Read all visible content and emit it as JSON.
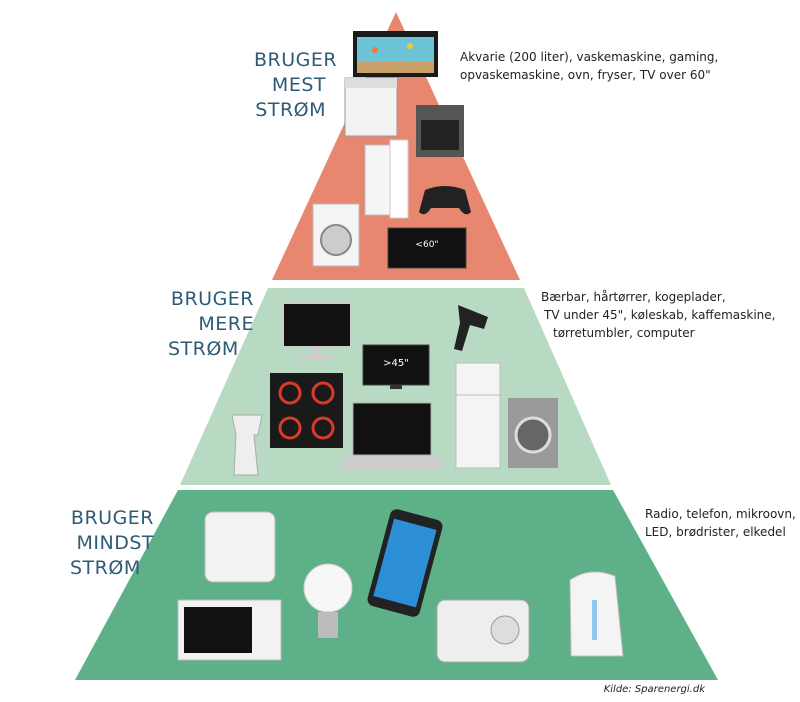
{
  "tiers": [
    {
      "title_lines": [
        "BRUGER",
        "MEST",
        "STRØM"
      ],
      "description_lines": [
        "Akvarie (200 liter), vaskemaskine, gaming,",
        "opvaskemaskine, ovn, fryser, TV over 60\""
      ],
      "tv_label": "<60\"",
      "color": "#e8876f"
    },
    {
      "title_lines": [
        "BRUGER",
        "MERE",
        "STRØM"
      ],
      "description_lines": [
        "Bærbar, hårtørrer, kogeplader,",
        "TV under 45\", køleskab, kaffemaskine,",
        "tørretumbler, computer"
      ],
      "tv_label": ">45\"",
      "color": "#b8d9c2"
    },
    {
      "title_lines": [
        "BRUGER",
        "MINDST",
        "STRØM"
      ],
      "description_lines": [
        "Radio, telefon, mikroovn,",
        "LED, brødrister, elkedel"
      ],
      "color": "#5db087"
    }
  ],
  "source": "Kilde: Sparenergi.dk"
}
